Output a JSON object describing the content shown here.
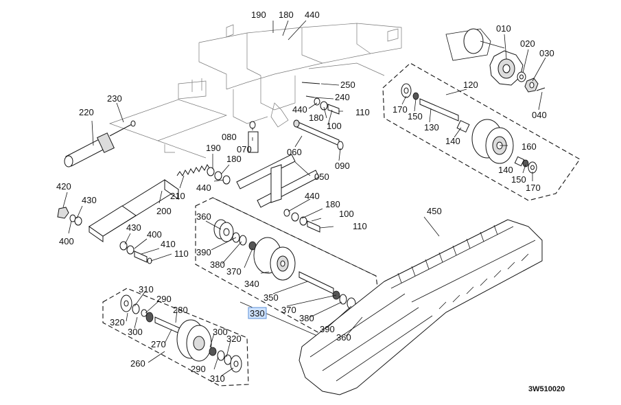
{
  "diagram": {
    "drawing_code": "3W510020",
    "selected_part": "330",
    "labels": {
      "p190a": "190",
      "p180a": "180",
      "p440a": "440",
      "p010": "010",
      "p020": "020",
      "p030": "030",
      "p040": "040",
      "p120": "120",
      "p250": "250",
      "p240": "240",
      "p440b": "440",
      "p110a": "110",
      "p180b": "180",
      "p100a": "100",
      "p170a": "170",
      "p150a": "150",
      "p130": "130",
      "p140a": "140",
      "p160": "160",
      "p140b": "140",
      "p150b": "150",
      "p170b": "170",
      "p230": "230",
      "p220": "220",
      "p080": "080",
      "p070": "070",
      "p060": "060",
      "p090": "090",
      "p190b": "190",
      "p180c": "180",
      "p440c": "440",
      "p050": "050",
      "p210": "210",
      "p200": "200",
      "p420": "420",
      "p430a": "430",
      "p400a": "400",
      "p430b": "430",
      "p400b": "400",
      "p410": "410",
      "p110b": "110",
      "p440d": "440",
      "p180d": "180",
      "p100b": "100",
      "p110c": "110",
      "p360a": "360",
      "p390a": "390",
      "p380a": "380",
      "p370a": "370",
      "p340": "340",
      "p350": "350",
      "p330": "330",
      "p370b": "370",
      "p380b": "380",
      "p390b": "390",
      "p360b": "360",
      "p450": "450",
      "p310a": "310",
      "p290a": "290",
      "p280": "280",
      "p320a": "320",
      "p300a": "300",
      "p270": "270",
      "p300b": "300",
      "p320b": "320",
      "p260": "260",
      "p290b": "290",
      "p310b": "310"
    }
  }
}
